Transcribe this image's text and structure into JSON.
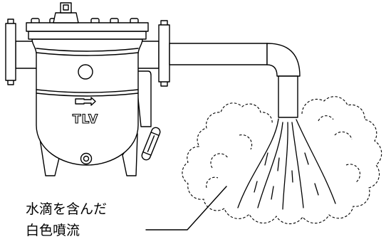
{
  "colors": {
    "line": "#000000",
    "background": "#ffffff"
  },
  "device": {
    "logo_text": "TLV",
    "logo_icon": "arrow-icon"
  },
  "callout": {
    "line1": "水滴を含んだ",
    "line2": "白色噴流"
  }
}
